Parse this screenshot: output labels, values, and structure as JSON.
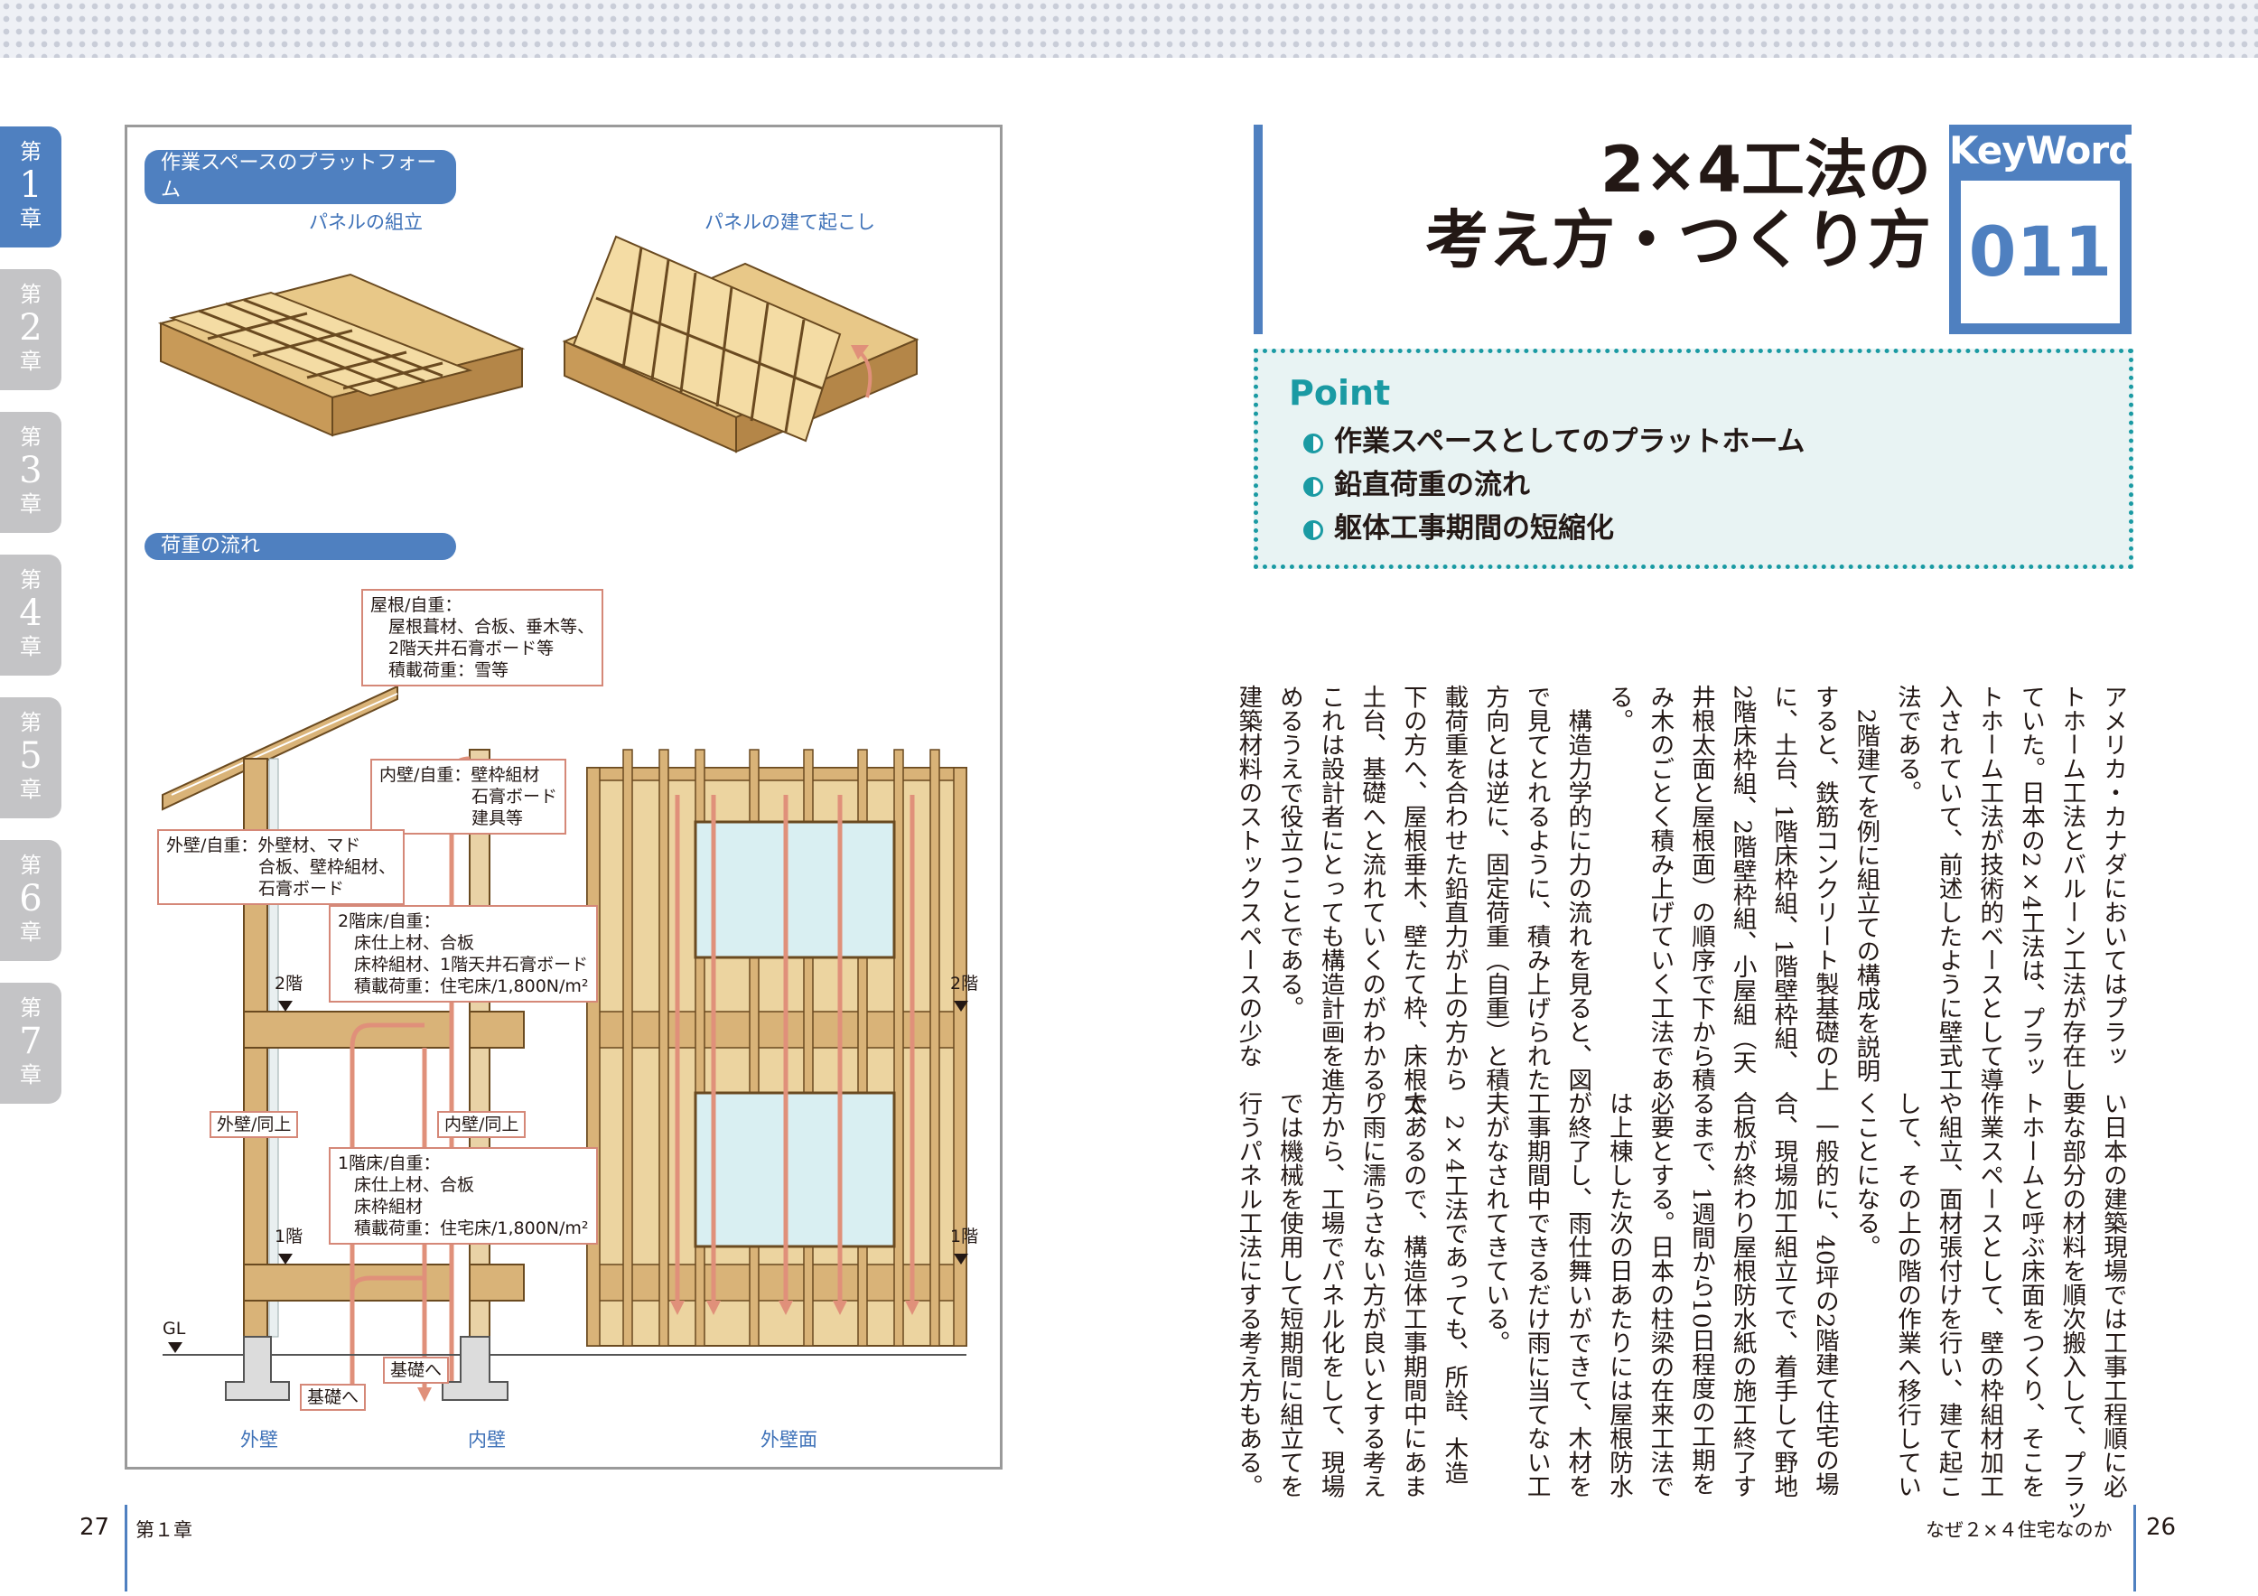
{
  "chapters": [
    {
      "top": "第",
      "num": "1",
      "bottom": "章",
      "active": true
    },
    {
      "top": "第",
      "num": "2",
      "bottom": "章",
      "active": false
    },
    {
      "top": "第",
      "num": "3",
      "bottom": "章",
      "active": false
    },
    {
      "top": "第",
      "num": "4",
      "bottom": "章",
      "active": false
    },
    {
      "top": "第",
      "num": "5",
      "bottom": "章",
      "active": false
    },
    {
      "top": "第",
      "num": "6",
      "bottom": "章",
      "active": false
    },
    {
      "top": "第",
      "num": "7",
      "bottom": "章",
      "active": false
    }
  ],
  "figure": {
    "platform_label": "作業スペースのプラットフォーム",
    "panel_assembly": "パネルの組立",
    "panel_raising": "パネルの建て起こし",
    "load_label": "荷重の流れ",
    "roof_callout": [
      "屋根/自重：",
      "屋根葺材、合板、垂木等、",
      "2階天井石膏ボード等",
      "積載荷重：雪等"
    ],
    "inner_wall_callout": [
      "内壁/自重：壁枠組材",
      "石膏ボード",
      "建具等"
    ],
    "outer_wall_callout": [
      "外壁/自重：外壁材、マド",
      "合板、壁枠組材、",
      "石膏ボード"
    ],
    "floor2_callout": [
      "2階床/自重：",
      "床仕上材、合板",
      "床枠組材、1階天井石膏ボード",
      "積載荷重：住宅床/1,800N/m²"
    ],
    "floor1_callout": [
      "1階床/自重：",
      "床仕上材、合板",
      "床枠組材",
      "積載荷重：住宅床/1,800N/m²"
    ],
    "outer_same": "外壁/同上",
    "inner_same": "内壁/同上",
    "to_foundation_1": "基礎へ",
    "to_foundation_2": "基礎へ",
    "floor2_left": "2階",
    "floor2_right": "2階",
    "floor1_left": "1階",
    "floor1_right": "1階",
    "gl": "GL",
    "cap_outer_wall": "外壁",
    "cap_inner_wall": "内壁",
    "cap_outer_face": "外壁面"
  },
  "header": {
    "title_line1": "2×4工法の",
    "title_line2": "考え方・つくり方",
    "keyword": "KeyWord",
    "number": "011"
  },
  "point": {
    "title": "Point",
    "items": [
      "作業スペースとしてのプラットホーム",
      "鉛直荷重の流れ",
      "躯体工事期間の短縮化"
    ]
  },
  "body_upper": [
    "アメリカ・カナダにおいてはプラッ",
    "トホーム工法とバルーン工法が存在し",
    "ていた。日本の2×4工法は、プラッ",
    "トホーム工法が技術的ベースとして導",
    "入されていて、前述したように壁式工",
    "法である。",
    "　2階建てを例に組立ての構成を説明",
    "すると、鉄筋コンクリート製基礎の上",
    "に、土台、1階床枠組、1階壁枠組、",
    "2階床枠組、2階壁枠組、小屋組（天",
    "井根太面と屋根面）の順序で下から積",
    "み木のごとく積み上げていく工法であ",
    "る。",
    "　構造力学的に力の流れを見ると、図",
    "で見てとれるように、積み上げられた",
    "方向とは逆に、固定荷重（自重）と積",
    "載荷重を合わせた鉛直力が上の方から",
    "下の方へ、屋根垂木、壁たて枠、床根太、",
    "土台、基礎へと流れていくのがわかる。",
    "これは設計者にとっても構造計画を進",
    "めるうえで役立つことである。",
    "建築材料のストックスペースの少な"
  ],
  "body_lower": [
    "い日本の建築現場では工事工程順に必",
    "要な部分の材料を順次搬入して、プラッ",
    "トホームと呼ぶ床面をつくり、そこを",
    "作業スペースとして、壁の枠組材加工",
    "や組立、面材張付けを行い、建て起こ",
    "して、その上の階の作業へ移行してい",
    "くことになる。",
    "　一般的に、40坪の2階建て住宅の場",
    "合、現場加工組立てで、着手して野地",
    "合板が終わり屋根防水紙の施工終了す",
    "るまで、1週間から10日程度の工期を",
    "必要とする。日本の柱梁の在来工法で",
    "は上棟した次の日あたりには屋根防水",
    "が終了し、雨仕舞いができて、木材を",
    "工事期間中できるだけ雨に当てない工",
    "夫がなされてきている。",
    "　2×4工法であっても、所詮、木造",
    "であるので、構造体工事期間中にあま",
    "り雨に濡らさない方が良いとする考え",
    "方から、工場でパネル化をして、現場",
    "では機械を使用して短期間に組立てを",
    "行うパネル工法にする考え方もある。"
  ],
  "footer": {
    "left_page": "27",
    "left_chapter": "第１章",
    "right_title": "なぜ２×４住宅なのか",
    "right_page": "26"
  }
}
